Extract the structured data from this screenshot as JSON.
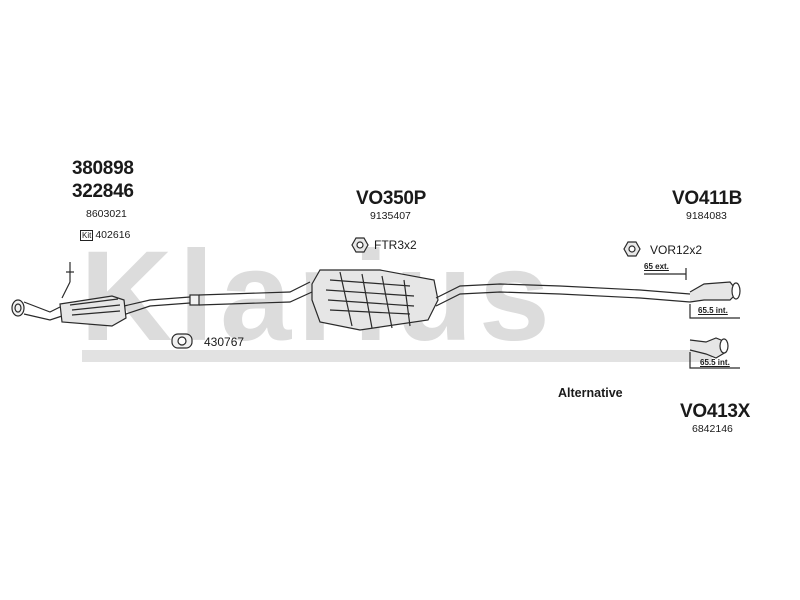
{
  "watermark": {
    "text": "Klarius"
  },
  "left_group": {
    "part_numbers": [
      "380898",
      "322846"
    ],
    "sub_code": "8603021",
    "kit_badge": "Kit",
    "kit_code": "402616",
    "clamp_code": "430767"
  },
  "center_group": {
    "part_number": "VO350P",
    "sub_code": "9135407",
    "fitting_code": "FTR3x2"
  },
  "right_group": {
    "part_number": "VO411B",
    "sub_code": "9184083",
    "fitting_code": "VOR12x2",
    "dim_ext": "65 ext.",
    "dim_int_1": "65.5 int.",
    "dim_int_2": "65.5 int."
  },
  "alternative": {
    "label": "Alternative",
    "part_number": "VO413X",
    "sub_code": "6842146"
  },
  "colors": {
    "line": "#2a2a2a",
    "watermark": "#d9d9d9",
    "part_fill": "#e4e4e4"
  }
}
